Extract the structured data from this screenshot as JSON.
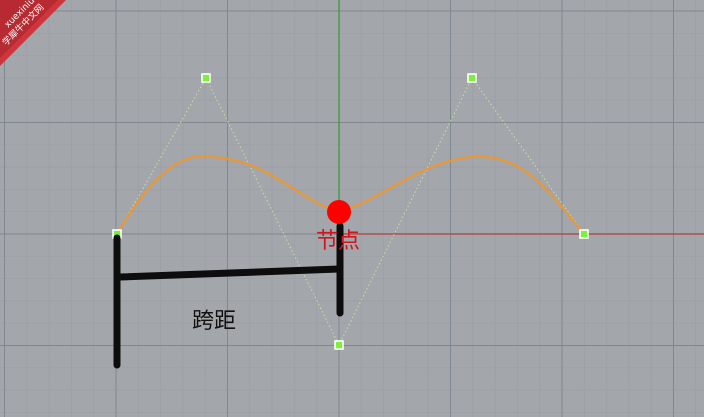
{
  "viewport": {
    "background": "#a3a6ab",
    "grid_minor_color": "#9aa0a6",
    "grid_major_color": "#7f8890",
    "y_axis_color": "#2f9a36",
    "x_axis_color": "#a8443c"
  },
  "curve": {
    "color": "#f0962a",
    "control_polygon_color": "#c9e0a0",
    "control_point_color": "#7cf03a"
  },
  "annotations": {
    "span_label": "跨距",
    "node_label": "节点",
    "node_marker_color": "#ff0000",
    "bracket_color": "#0d0d0d"
  },
  "watermark": {
    "line1": "xuexiniu",
    "line2": "学犀牛中文网",
    "color": "#d0343c"
  }
}
